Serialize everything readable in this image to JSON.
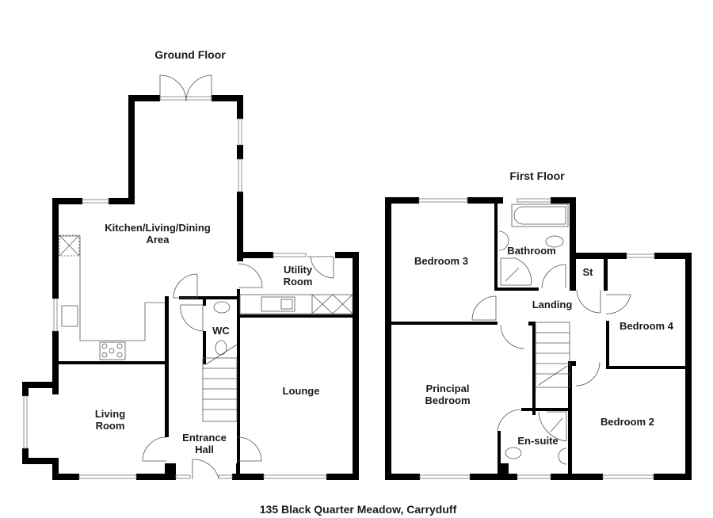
{
  "ground_floor": {
    "title": "Ground Floor",
    "rooms": {
      "kitchen": "Kitchen/Living/Dining\nArea",
      "utility": "Utility\nRoom",
      "wc": "WC",
      "lounge": "Lounge",
      "living": "Living\nRoom",
      "hall": "Entrance\nHall"
    }
  },
  "first_floor": {
    "title": "First Floor",
    "rooms": {
      "bed3": "Bedroom 3",
      "bathroom": "Bathroom",
      "store": "St",
      "landing": "Landing",
      "bed4": "Bedroom 4",
      "principal": "Principal\nBedroom",
      "ensuite": "En-suite",
      "bed2": "Bedroom 2"
    }
  },
  "address": "135 Black Quarter Meadow, Carryduff",
  "colors": {
    "wall": "#000000",
    "fixture": "#555555",
    "text": "#1a1a1a"
  }
}
